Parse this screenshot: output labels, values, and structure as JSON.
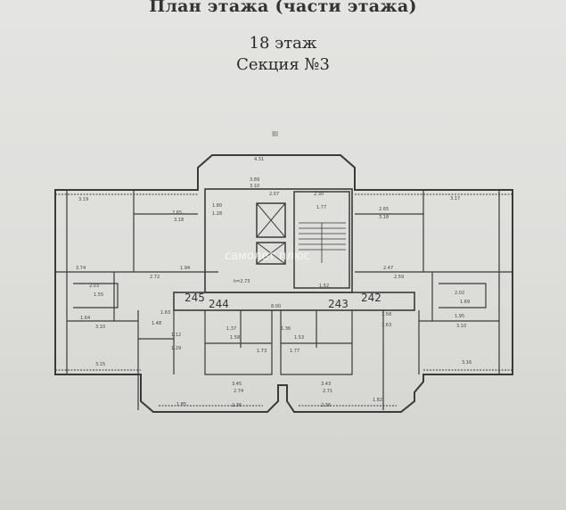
{
  "document": {
    "title": "План этажа (части этажа)",
    "floor": "18 этаж",
    "section": "Секция №3",
    "axis_label": "III",
    "watermark": "самолет плюс"
  },
  "apartments": [
    "245",
    "244",
    "243",
    "242"
  ],
  "dimensions": [
    "4.31",
    "3.89",
    "3.10",
    "2.07",
    "2.30",
    "3.19",
    "2.65",
    "3.18",
    "3.17",
    "2.65",
    "3.18",
    "3.74",
    "2.72",
    "1.94",
    "2.47",
    "2.59",
    "2.03",
    "2.02",
    "1.55",
    "1.69",
    "1.64",
    "3.10",
    "1.95",
    "3.10",
    "1.63",
    "1.48",
    "1.12",
    "1.29",
    "1.37",
    "1.36",
    "1.58",
    "1.53",
    "1.63",
    "1.58",
    "1.73",
    "1.77",
    "3.45",
    "3.43",
    "2.74",
    "2.71",
    "2.36",
    "2.36",
    "1.85",
    "1.82",
    "3.15",
    "3.16",
    "8.00",
    "1.52",
    "1.80",
    "1.28",
    "1.77",
    "h=2.73"
  ],
  "colors": {
    "line": "#3a3a3a",
    "paper": "#e0e0de"
  }
}
